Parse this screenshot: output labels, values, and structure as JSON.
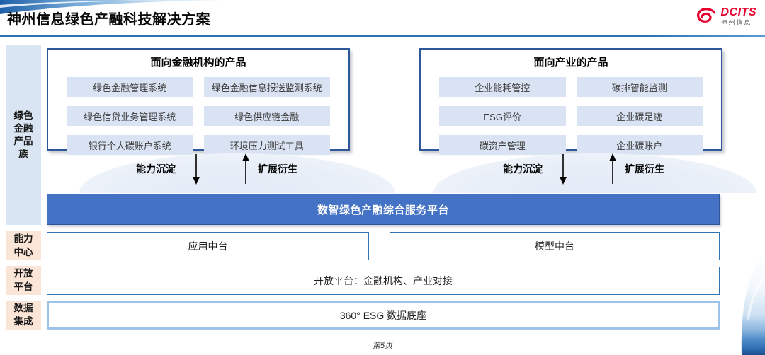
{
  "header": {
    "title": "神州信息绿色产融科技解决方案",
    "logo_brand": "DCITS",
    "logo_brand_cn": "神州信息"
  },
  "sidebar": {
    "labels": [
      "绿色金融产品族",
      "能力中心",
      "开放平台",
      "数据集成"
    ]
  },
  "product_groups": [
    {
      "title": "面向金融机构的产品",
      "items": [
        "绿色金融管理系统",
        "绿色金融信息报送监测系统",
        "绿色信贷业务管理系统",
        "绿色供应链金融",
        "银行个人碳账户系统",
        "环境压力测试工具"
      ]
    },
    {
      "title": "面向产业的产品",
      "items": [
        "企业能耗管控",
        "碳排智能监测",
        "ESG评价",
        "企业碳足迹",
        "碳资产管理",
        "企业碳账户"
      ]
    }
  ],
  "flow": {
    "down_label": "能力沉淀",
    "up_label": "扩展衍生"
  },
  "platform": {
    "title": "数智绿色产融综合服务平台"
  },
  "rows": {
    "app_center": "应用中台",
    "model_center": "模型中台",
    "open_platform": "开放平台：金融机构、产业对接",
    "esg_base": "360° ESG 数据底座"
  },
  "footer": {
    "page_label": "第5页"
  },
  "colors": {
    "platform_bar": "#4472C4",
    "product_item_bg": "#DAE3F3",
    "sidebar_blue_bg": "#D9E5F2",
    "sidebar_peach_bg": "#FBE5D6",
    "outer_box_border": "#2E5797",
    "row_border": "#2E75B6",
    "esg_row_border": "#9DC3E6",
    "header_rule": "#2E74B5",
    "logo_red": "#E4002B"
  }
}
